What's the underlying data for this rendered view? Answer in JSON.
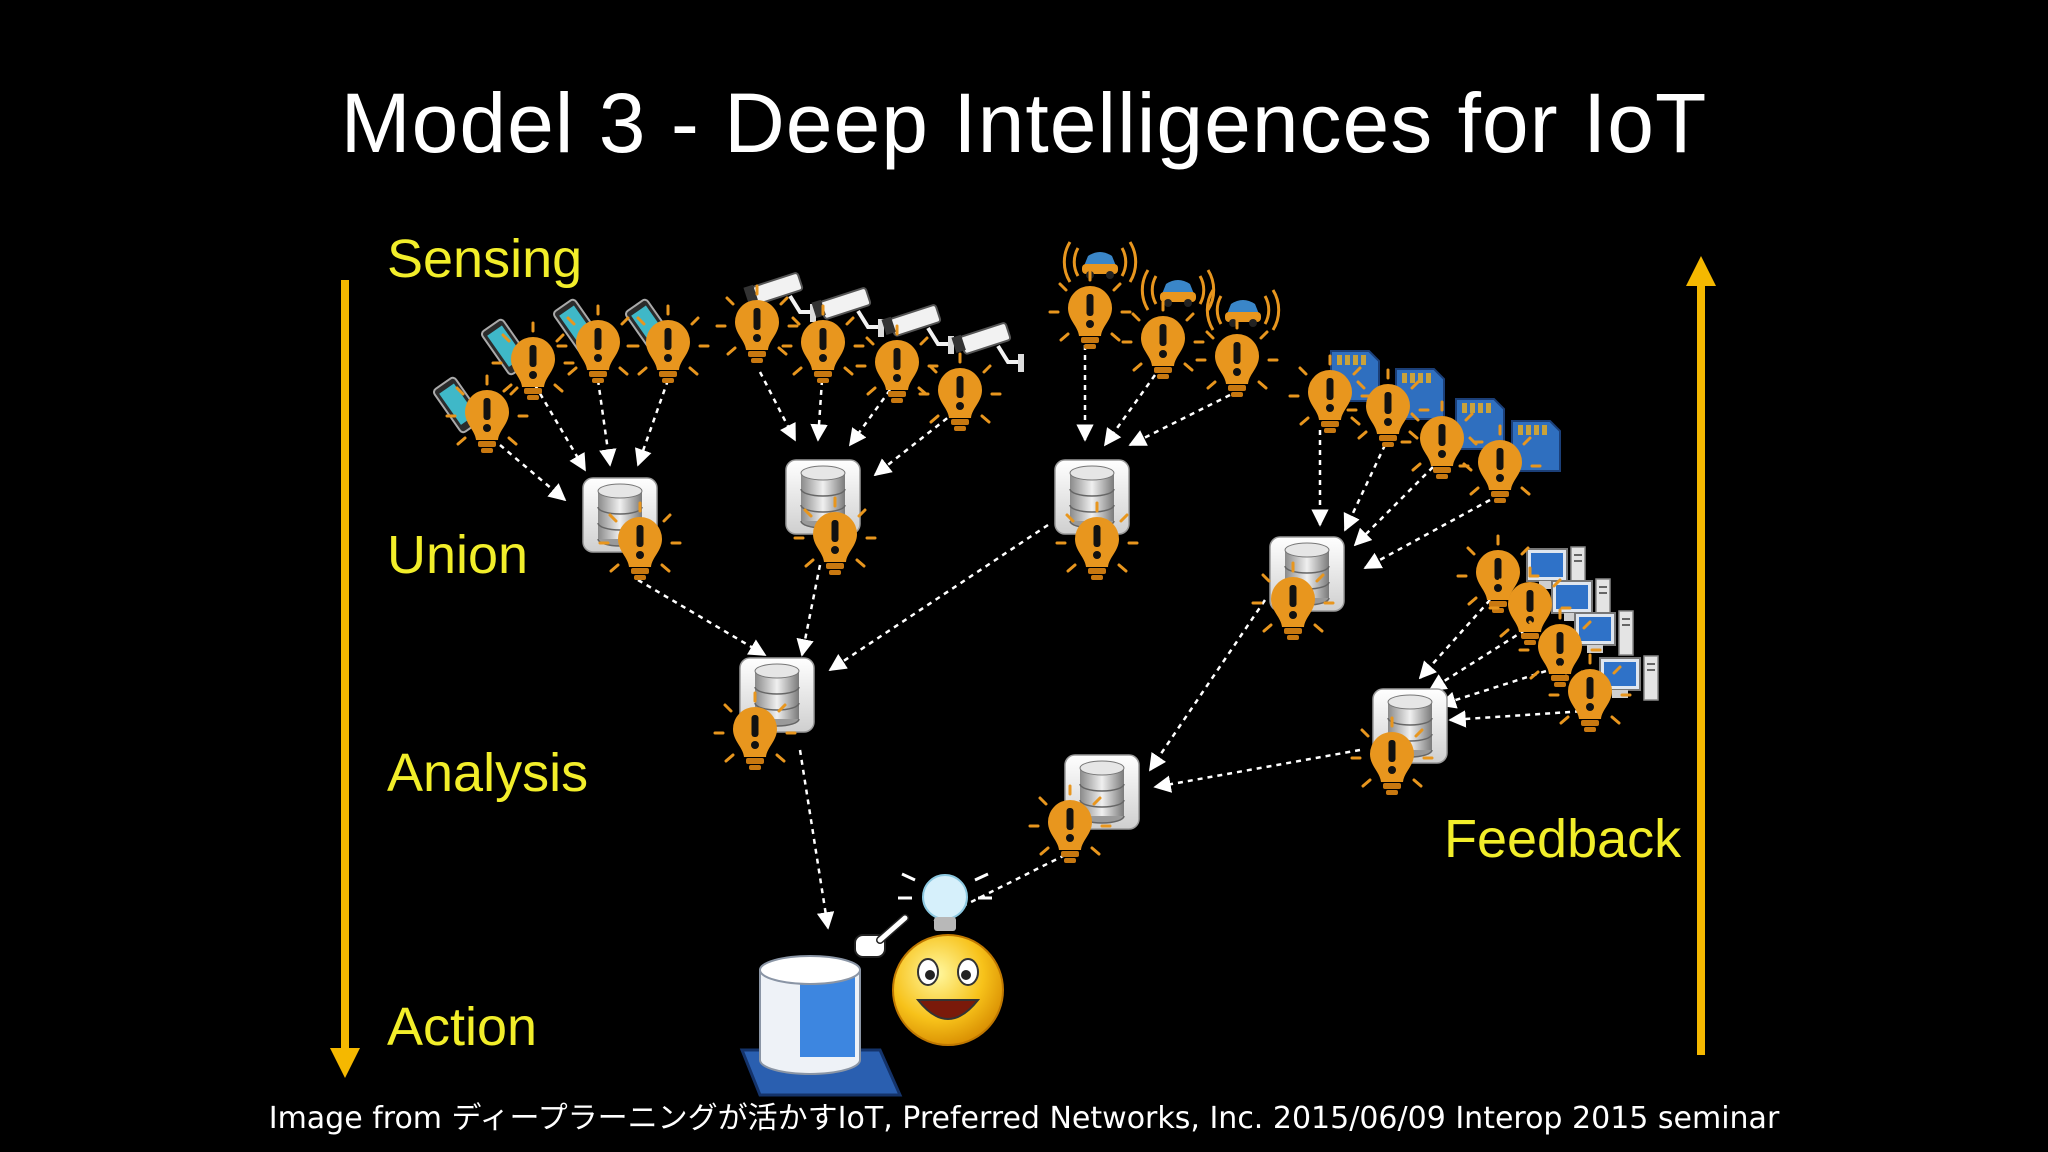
{
  "title": "Model 3 - Deep Intelligences for IoT",
  "stages": {
    "sensing": "Sensing",
    "union": "Union",
    "analysis": "Analysis",
    "action": "Action",
    "feedback": "Feedback"
  },
  "caption": "Image from ディープラーニングが活かすIoT, Preferred Networks, Inc. 2015/06/09 Interop 2015 seminar",
  "colors": {
    "background": "#000000",
    "label": "#f2ee2a",
    "arrow": "#f5b800",
    "bulb": "#e8961e",
    "connector": "#ffffff"
  },
  "icons": [
    "smartphone-icon",
    "security-camera-icon",
    "car-signal-icon",
    "sd-card-icon",
    "computer-icon",
    "database-icon",
    "alert-bulb-icon",
    "storage-device-icon",
    "smiley-icon",
    "lightbulb-idea-icon"
  ]
}
